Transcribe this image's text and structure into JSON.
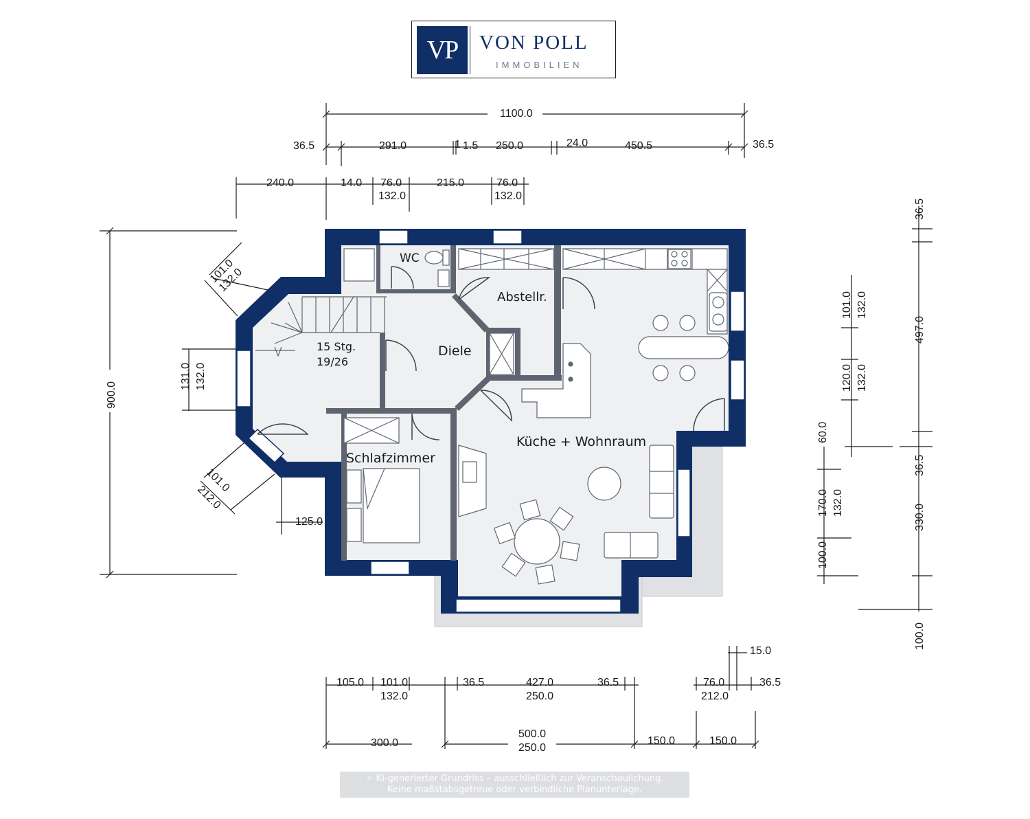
{
  "logo": {
    "mark": "VP",
    "name": "VON POLL",
    "subtitle": "IMMOBILIEN"
  },
  "colors": {
    "wall": "#0f2f66",
    "floor": "#eef0f2",
    "terrace": "#dfe1e4",
    "line": "#1a1a1a"
  },
  "rooms": {
    "wc": "WC",
    "abstellraum": "Abstellr.",
    "stairs_count": "15 Stg.",
    "stairs_ratio": "19/26",
    "diele": "Diele",
    "kueche_wohnraum": "Küche + Wohnraum",
    "schlafzimmer": "Schlafzimmer"
  },
  "dimensions": {
    "top_total": "1100.0",
    "top_row2": [
      "36.5",
      "291.0",
      "1",
      "1.5",
      "250.0",
      "24.0",
      "450.5",
      "36.5"
    ],
    "top_row3": [
      "240.0",
      "14.0",
      "76.0",
      "132.0",
      "215.0",
      "76.0",
      "132.0"
    ],
    "left_total": "900.0",
    "left_bay_upper": [
      "101.0",
      "132.0"
    ],
    "left_window": [
      "131.0",
      "132.0"
    ],
    "left_bay_lower": [
      "101.0",
      "212.0"
    ],
    "left_offset": "125.0",
    "right_outer": [
      "36.5",
      "497.0",
      "36.5",
      "330.0",
      "100.0"
    ],
    "right_inner": [
      "101.0",
      "132.0",
      "120.0",
      "132.0",
      "60.0",
      "170.0",
      "132.0",
      "100.0"
    ],
    "bottom_row1": [
      "105.0",
      "101.0",
      "132.0",
      "36.5",
      "427.0",
      "250.0",
      "36.5",
      "76.0",
      "212.0",
      "15.0",
      "36.5"
    ],
    "bottom_row2": [
      "300.0",
      "500.0",
      "250.0",
      "150.0",
      "150.0"
    ]
  },
  "notice": {
    "line1": "✧ KI-generierter Grundriss – ausschließlich zur Veranschaulichung.",
    "line2": "Keine maßstabsgetreue oder verbindliche Planunterlage."
  }
}
